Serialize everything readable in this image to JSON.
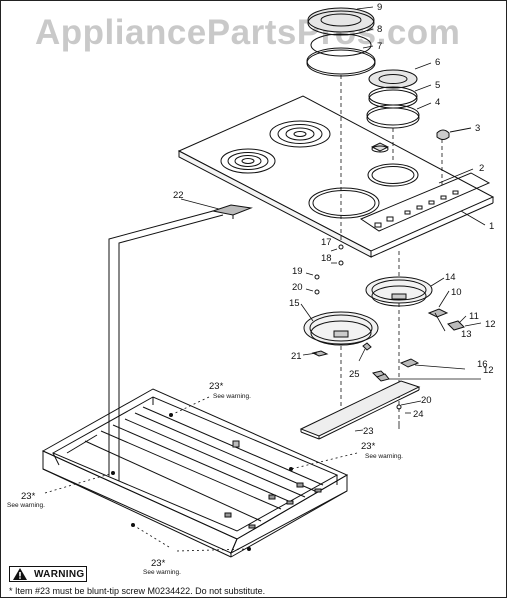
{
  "watermark": "AppliancePartsPros.com",
  "callouts": {
    "c1": "1",
    "c2": "2",
    "c3": "3",
    "c4": "4",
    "c5": "5",
    "c6": "6",
    "c7": "7",
    "c8": "8",
    "c9": "9",
    "c10": "10",
    "c11": "11",
    "c12a": "12",
    "c12b": "12",
    "c13": "13",
    "c14": "14",
    "c15": "15",
    "c16": "16",
    "c17": "17",
    "c18": "18",
    "c19": "19",
    "c20a": "20",
    "c20b": "20",
    "c21": "21",
    "c22": "22",
    "c23a": "23",
    "c24": "24",
    "c25": "25"
  },
  "warnings": {
    "w1_num": "23*",
    "w1_text": "See warning.",
    "w2_num": "23*",
    "w2_text": "See warning.",
    "w3_num": "23*",
    "w3_text": "See warning.",
    "w4_num": "23*",
    "w4_text": "See warning."
  },
  "warning_box": {
    "label": "WARNING",
    "icon": "warning-triangle-icon"
  },
  "footnote": "* Item #23 must be blunt-tip screw M0234422.  Do not substitute."
}
